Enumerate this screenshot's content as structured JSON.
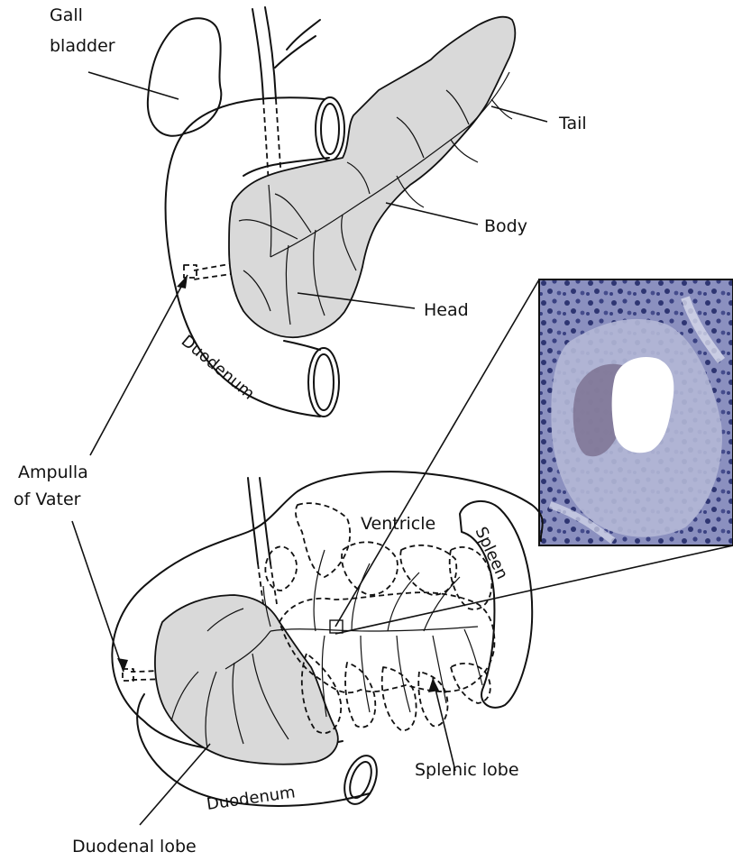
{
  "labels": {
    "gall_bladder_line1": "Gall",
    "gall_bladder_line2": "bladder",
    "tail": "Tail",
    "body": "Body",
    "head": "Head",
    "duodenum_top": "Duodenum",
    "ampulla_line1": "Ampulla",
    "ampulla_line2": "of Vater",
    "ventricle": "Ventricle",
    "spleen": "Spleen",
    "splenic_lobe": "Splenic lobe",
    "duodenum_bottom": "Duodenum",
    "duodenal_lobe": "Duodenal lobe"
  },
  "colors": {
    "tissue_fill": "#d9d9d9",
    "line": "#111111",
    "histology_bg": "#8a8fbd",
    "histology_nuclei": "#2e3572"
  },
  "inset": {
    "type": "histology micrograph"
  }
}
